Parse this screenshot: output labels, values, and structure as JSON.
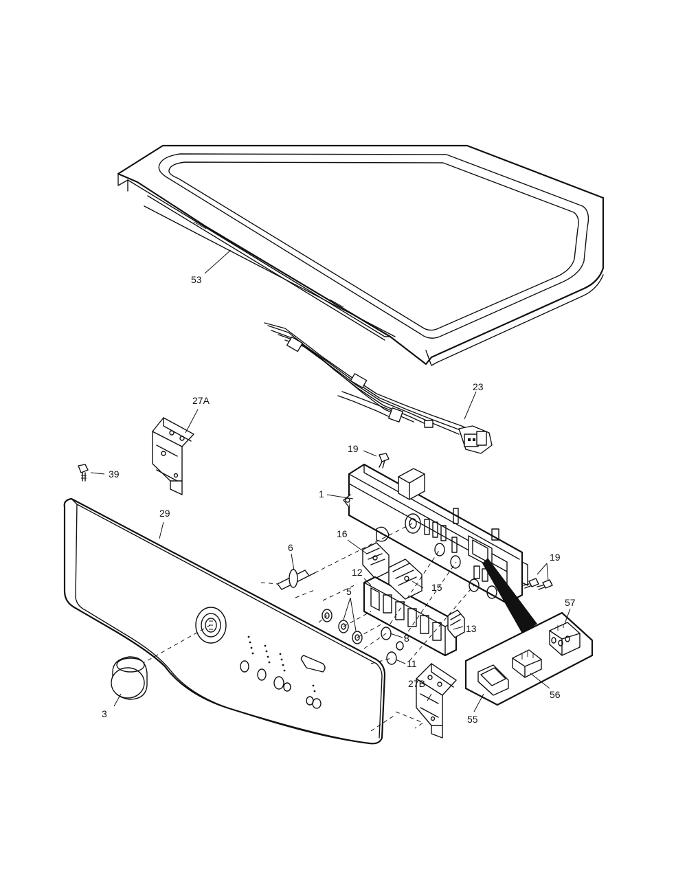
{
  "labels": {
    "p53": "53",
    "p23": "23",
    "p27a": "27A",
    "p19_top": "19",
    "p39": "39",
    "p1": "1",
    "p29": "29",
    "p6": "6",
    "p16": "16",
    "p12": "12",
    "p15": "15",
    "p19_right": "19",
    "p5": "5",
    "p8": "8",
    "p13": "13",
    "p11": "11",
    "p57": "57",
    "p27b": "27B",
    "p56": "56",
    "p55": "55",
    "p3": "3"
  }
}
